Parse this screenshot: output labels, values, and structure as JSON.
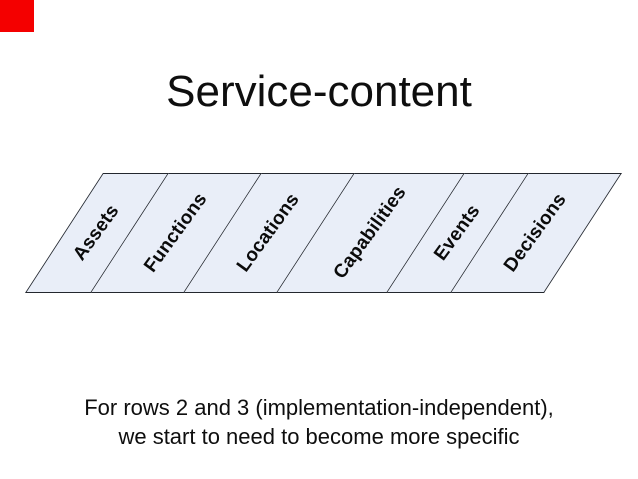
{
  "marker": {
    "color": "#f40000"
  },
  "slide": {
    "title": "Service-content"
  },
  "band": {
    "fill_color": "#e9eef8",
    "border_color": "#23272e",
    "segments": [
      {
        "label": "Assets"
      },
      {
        "label": "Functions"
      },
      {
        "label": "Locations"
      },
      {
        "label": "Capabilities"
      },
      {
        "label": "Events"
      },
      {
        "label": "Decisions"
      }
    ]
  },
  "caption": {
    "line1": "For rows 2 and 3 (implementation-independent),",
    "line2": "we start to need to become more specific"
  }
}
